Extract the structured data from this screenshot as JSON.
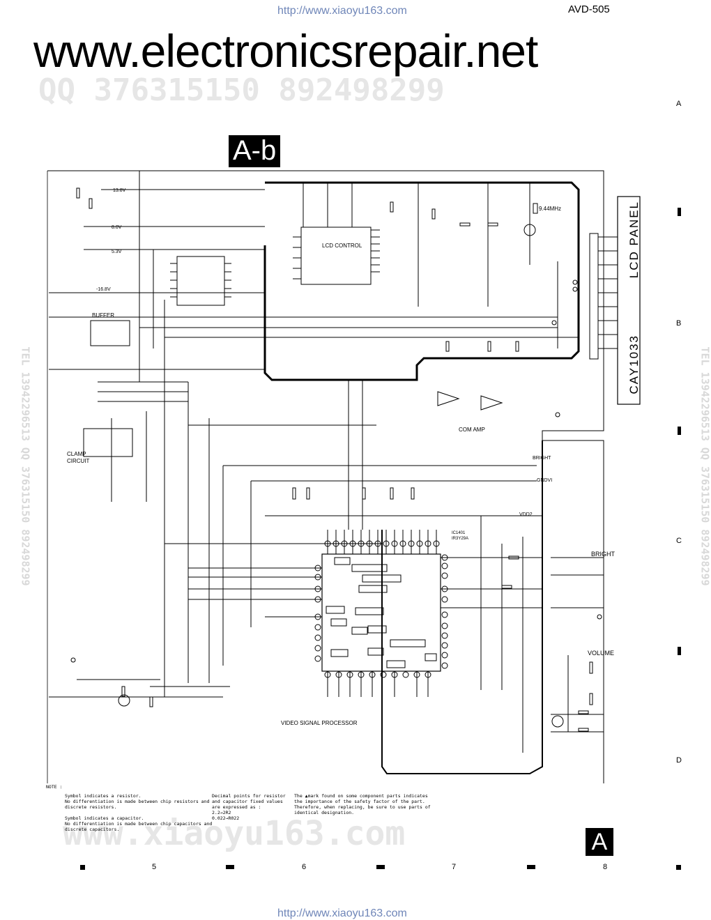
{
  "header": {
    "url_top": "http://www.xiaoyu163.com",
    "model": "AVD-505",
    "site": "www.electronicsrepair.net",
    "watermark_qq": "QQ 376315150   892498299",
    "section": "A-b"
  },
  "side_watermark": "TEL 13942296513  QQ 376315150  892498299",
  "bottom_watermark": "www.xiaoyu163.com",
  "row_letters": [
    "A",
    "B",
    "C",
    "D"
  ],
  "col_numbers": [
    "5",
    "6",
    "7",
    "8"
  ],
  "panel_label": "LCD PANEL",
  "panel_part": "CAY1033",
  "blocks": {
    "lcd_control": "LCD CONTROL",
    "buffer": "BUFFER",
    "clamp_circuit_1": "CLAMP",
    "clamp_circuit_2": "CIRCUIT",
    "com_amp": "COM AMP",
    "video_signal_processor": "VIDEO SIGNAL PROCESSOR",
    "bright": "BRIGHT",
    "volume": "VOLUME",
    "crystal": "9.44MHz",
    "ic1401": "IC1401",
    "ic1401_part": "IR3Y29A"
  },
  "nets": {
    "v13": "13.8V",
    "v8": "8.0V",
    "v5": "5.3V",
    "vneg16": "-16.8V",
    "bright_net": "BRIGHT",
    "gndv": "GNDVI",
    "vdd2": "VDD2"
  },
  "notes": {
    "title": "NOTE :",
    "col1": "Symbol indicates a resistor.\nNo differentiation is made between chip resistors and\ndiscrete resistors.\n\nSymbol indicates a capacitor.\nNo differentiation is made between chip capacitors and\ndiscrete capacitors.",
    "col2": "Decimal points for resistor\nand capacitor fixed values\nare expressed as :\n2.2→2R2\n0.022→R022",
    "col3": "The ▲mark found on some component parts indicates\nthe importance of the safety factor of the part.\nTherefore, when replacing, be sure to use parts of\nidentical designation."
  },
  "footer": {
    "sheet_letter": "A",
    "url_bottom": "http://www.xiaoyu163.com"
  }
}
